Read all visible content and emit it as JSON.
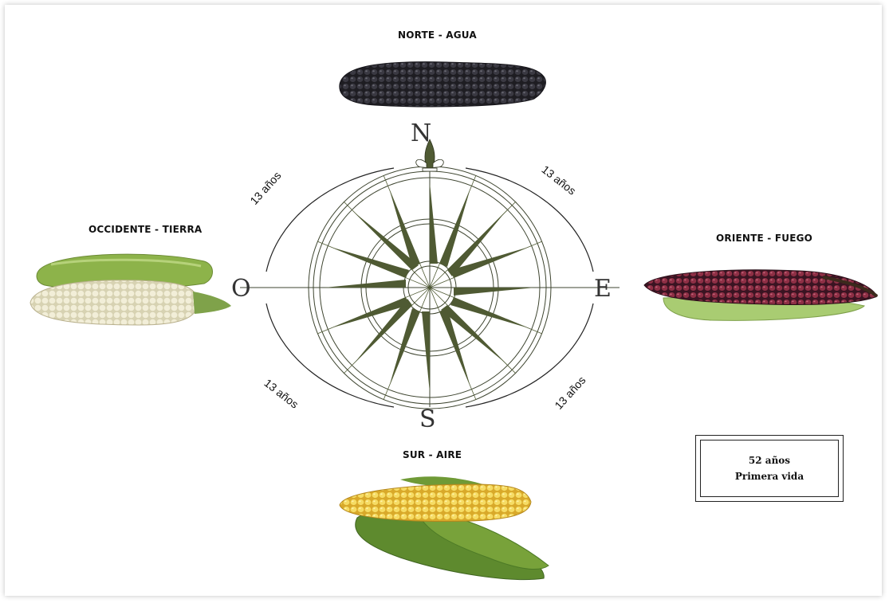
{
  "directions": {
    "north": "NORTE - AGUA",
    "west": "OCCIDENTE - TIERRA",
    "east": "ORIENTE - FUEGO",
    "south": "SUR - AIRE"
  },
  "compass_letters": {
    "n": "N",
    "o": "O",
    "e": "E",
    "s": "S"
  },
  "arcs": {
    "nw": "13 años",
    "ne": "13 años",
    "sw": "13 años",
    "se": "13 años"
  },
  "summary": {
    "years": "52 años",
    "caption": "Primera vida"
  },
  "colors": {
    "rose": "#4f5a33",
    "north_corn": "#2b2a30",
    "west_corn": "#ece6c8",
    "east_corn": "#7a2a3a",
    "south_corn": "#f2d64c",
    "husk": "#8fae3e"
  }
}
